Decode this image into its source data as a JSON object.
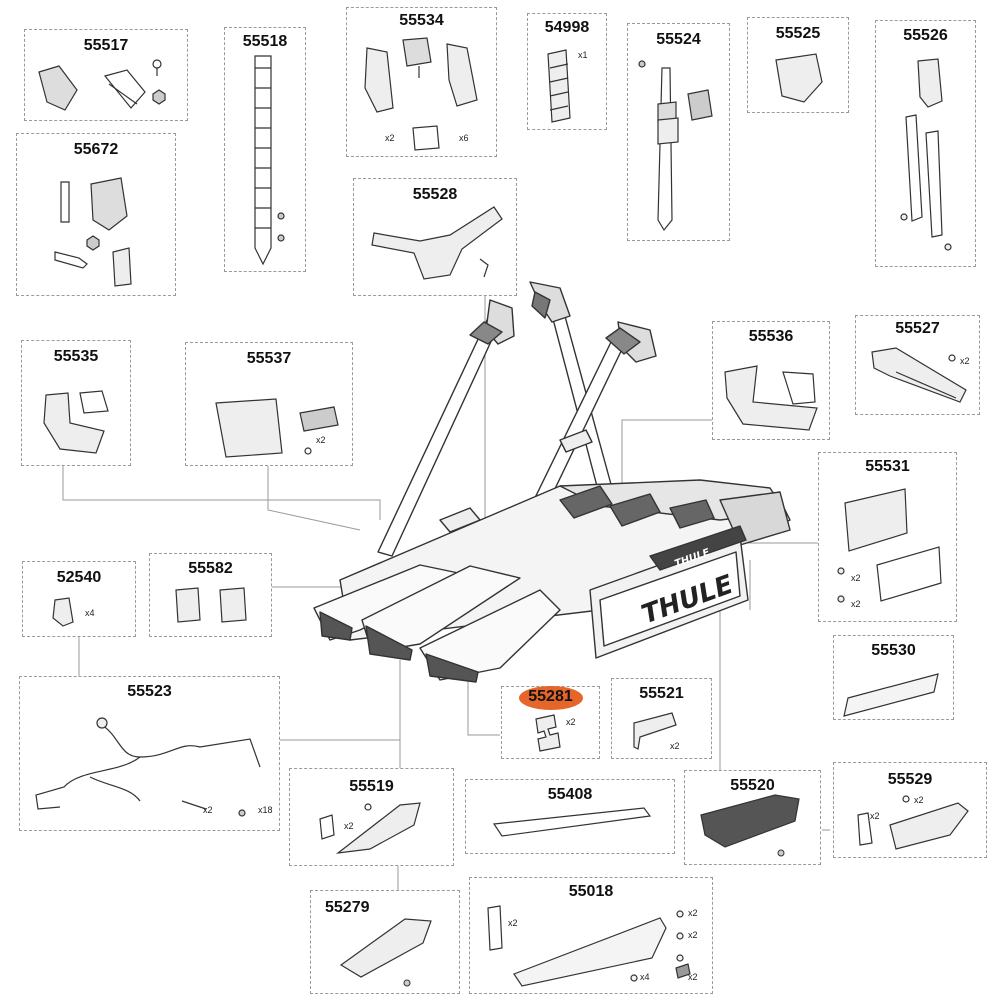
{
  "accent": "#e5652b",
  "brand": "THULE",
  "highlighted_part": "55281",
  "parts": {
    "p55517": {
      "number": "55517"
    },
    "p55518": {
      "number": "55518"
    },
    "p55534": {
      "number": "55534",
      "qty1": "x2",
      "qty2": "x6"
    },
    "p54998": {
      "number": "54998",
      "qty1": "x1"
    },
    "p55524": {
      "number": "55524"
    },
    "p55525": {
      "number": "55525"
    },
    "p55526": {
      "number": "55526"
    },
    "p55672": {
      "number": "55672"
    },
    "p55528": {
      "number": "55528"
    },
    "p55535": {
      "number": "55535"
    },
    "p55537": {
      "number": "55537",
      "qty1": "x2"
    },
    "p55536": {
      "number": "55536"
    },
    "p55527": {
      "number": "55527",
      "qty1": "x2"
    },
    "p55531": {
      "number": "55531",
      "qty1": "x2",
      "qty2": "x2"
    },
    "p52540": {
      "number": "52540",
      "qty1": "x4"
    },
    "p55582": {
      "number": "55582"
    },
    "p55530": {
      "number": "55530"
    },
    "p55523": {
      "number": "55523",
      "qty1": "x2",
      "qty2": "x18"
    },
    "p55281": {
      "number": "55281",
      "qty1": "x2"
    },
    "p55521": {
      "number": "55521",
      "qty1": "x2"
    },
    "p55519": {
      "number": "55519",
      "qty1": "x2"
    },
    "p55408": {
      "number": "55408"
    },
    "p55520": {
      "number": "55520"
    },
    "p55529": {
      "number": "55529",
      "qty1": "x2",
      "qty2": "x2"
    },
    "p55279": {
      "number": "55279"
    },
    "p55018": {
      "number": "55018",
      "qty1": "x2",
      "qty2": "x2",
      "qty3": "x2",
      "qty4": "x4",
      "qty5": "x2"
    }
  }
}
